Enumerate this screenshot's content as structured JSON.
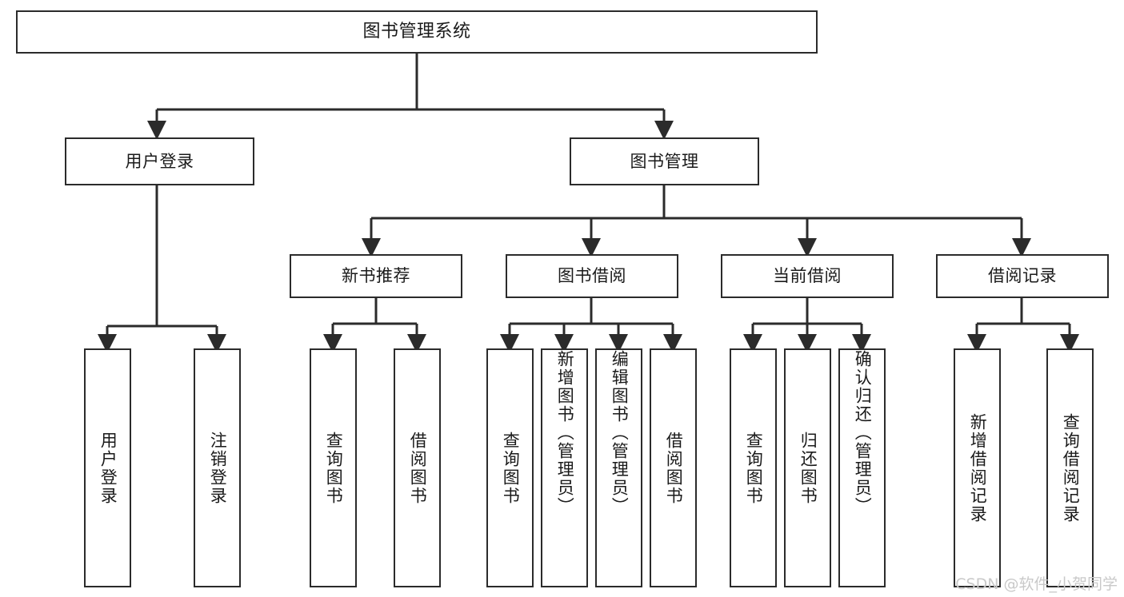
{
  "diagram": {
    "title": "图书管理系统",
    "type": "hierarchy-tree",
    "root": {
      "label": "图书管理系统"
    },
    "level2": [
      {
        "label": "用户登录"
      },
      {
        "label": "图书管理"
      }
    ],
    "level3": [
      {
        "label": "新书推荐"
      },
      {
        "label": "图书借阅"
      },
      {
        "label": "当前借阅"
      },
      {
        "label": "借阅记录"
      }
    ],
    "leaves": {
      "user_login": [
        {
          "label": "用户登录"
        },
        {
          "label": "注销登录"
        }
      ],
      "new_book_recommend": [
        {
          "label": "查询图书"
        },
        {
          "label": "借阅图书"
        }
      ],
      "book_borrow": [
        {
          "label": "查询图书"
        },
        {
          "label": "新增图书（管理员）"
        },
        {
          "label": "编辑图书（管理员）"
        },
        {
          "label": "借阅图书"
        }
      ],
      "current_borrow": [
        {
          "label": "查询图书"
        },
        {
          "label": "归还图书"
        },
        {
          "label": "确认归还（管理员）"
        }
      ],
      "borrow_record": [
        {
          "label": "新增借阅记录"
        },
        {
          "label": "查询借阅记录"
        }
      ]
    }
  },
  "watermark": {
    "text": "CSDN @软件_小贺同学"
  },
  "colors": {
    "border": "#2b2b2b",
    "background": "#ffffff",
    "text": "#1a1a1a",
    "watermark": "#c9c9c9"
  }
}
